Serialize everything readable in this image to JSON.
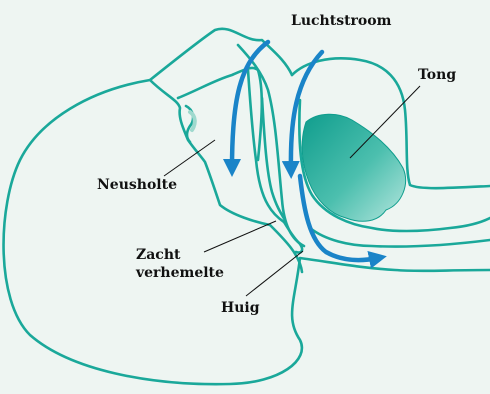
{
  "labels": {
    "luchtstroom": "Luchtstroom",
    "tong": "Tong",
    "neusholte": "Neusholte",
    "zacht_line1": "Zacht",
    "zacht_line2": "verhemelte",
    "huig": "Huig"
  },
  "colors": {
    "background": "#eef5f2",
    "outline": "#1aa89a",
    "arrow": "#1a84c8",
    "tongue_dark": "#0f9d8d",
    "tongue_light": "#b5e6de",
    "leader": "#111111"
  },
  "icons": {
    "airflow": "airflow-arrow-icon"
  }
}
